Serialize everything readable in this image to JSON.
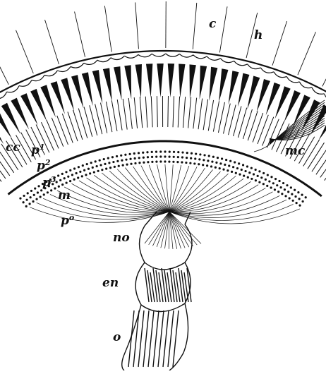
{
  "figure": {
    "ink_color": "#111111",
    "paper_color": "#ffffff",
    "labels": {
      "c": "c",
      "h": "h",
      "cc": "cc",
      "mc": "mc",
      "p1_base": "p",
      "p1_sup": "1",
      "p2_base": "p",
      "p2_sup": "2",
      "p3_base": "p",
      "p3_sup": "3",
      "m": "m",
      "p0_base": "p",
      "p0_sup": "o",
      "no": "no",
      "en": "en",
      "o": "o"
    }
  }
}
